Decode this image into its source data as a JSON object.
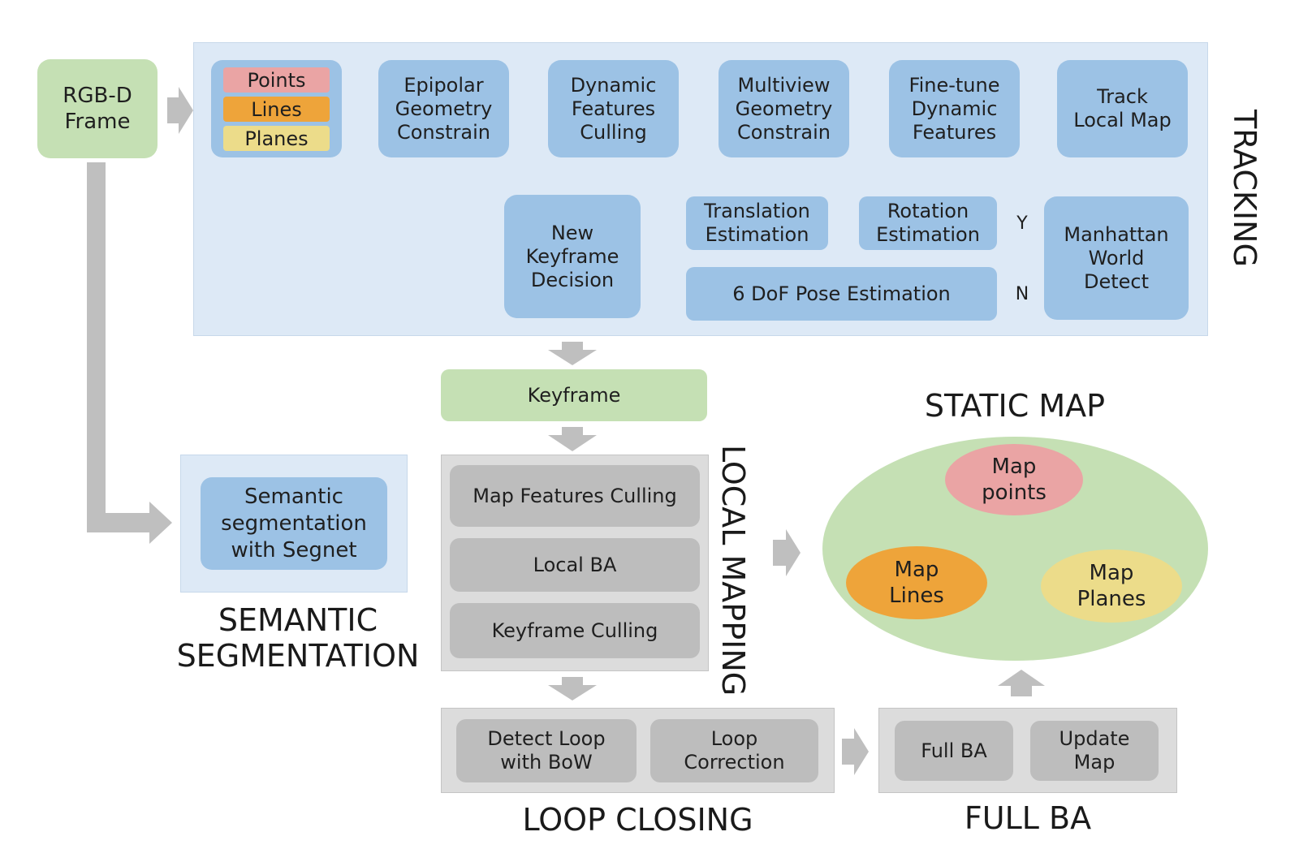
{
  "colors": {
    "tracking_region": "#dde9f6",
    "module_blue": "#9cc2e5",
    "input_green": "#c5e0b4",
    "mapping_gray": "#dcdcdc",
    "step_gray": "#bdbdbd",
    "arrow_gray": "#bfbfbf",
    "points_pink": "#eaa4a4",
    "lines_orange": "#eea43a",
    "planes_yellow": "#ecdc8a"
  },
  "input": {
    "rgbd_frame": "RGB-D\nFrame"
  },
  "tracking": {
    "title": "TRACKING",
    "features": {
      "points": "Points",
      "lines": "Lines",
      "planes": "Planes"
    },
    "epipolar": "Epipolar\nGeometry\nConstrain",
    "dynamic_culling": "Dynamic\nFeatures\nCulling",
    "multiview": "Multiview\nGeometry\nConstrain",
    "finetune": "Fine-tune\nDynamic\nFeatures",
    "track_local_map": "Track\nLocal Map",
    "manhattan": "Manhattan\nWorld\nDetect",
    "branch_yes": "Y",
    "branch_no": "N",
    "rotation": "Rotation\nEstimation",
    "translation": "Translation\nEstimation",
    "pose6dof": "6 DoF Pose Estimation",
    "new_keyframe": "New\nKeyframe\nDecision"
  },
  "semantic": {
    "title": "SEMANTIC\nSEGMENTATION",
    "module": "Semantic\nsegmentation\nwith Segnet"
  },
  "local_mapping": {
    "title": "LOCAL MAPPING",
    "keyframe": "Keyframe",
    "steps": [
      "Map Features Culling",
      "Local BA",
      "Keyframe Culling"
    ]
  },
  "loop_closing": {
    "title": "LOOP CLOSING",
    "detect": "Detect Loop\nwith BoW",
    "correction": "Loop\nCorrection"
  },
  "full_ba": {
    "title": "FULL BA",
    "full": "Full BA",
    "update": "Update\nMap"
  },
  "static_map": {
    "title": "STATIC MAP",
    "points": "Map\npoints",
    "lines": "Map\nLines",
    "planes": "Map\nPlanes"
  }
}
